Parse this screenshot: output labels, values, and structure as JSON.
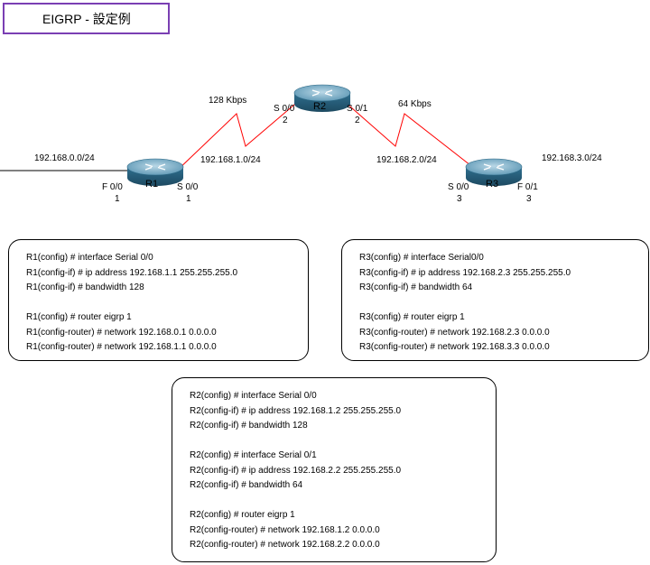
{
  "title": "EIGRP - 設定例",
  "routers": {
    "r1": "R1",
    "r2": "R2",
    "r3": "R3"
  },
  "links": {
    "r1_r2_bandwidth": "128 Kbps",
    "r2_r3_bandwidth": "64 Kbps"
  },
  "networks": {
    "left": "192.168.0.0/24",
    "r1_r2": "192.168.1.0/24",
    "r2_r3": "192.168.2.0/24",
    "right": "192.168.3.0/24"
  },
  "interfaces": {
    "r1_f00": {
      "name": "F 0/0",
      "host": "1"
    },
    "r1_s00": {
      "name": "S 0/0",
      "host": "1"
    },
    "r2_s00": {
      "name": "S 0/0",
      "host": "2"
    },
    "r2_s01": {
      "name": "S 0/1",
      "host": "2"
    },
    "r3_s00": {
      "name": "S 0/0",
      "host": "3"
    },
    "r3_f01": {
      "name": "F 0/1",
      "host": "3"
    }
  },
  "colors": {
    "title_border": "#7a3fb3",
    "serial_link": "#ff0000",
    "router_body": "#2b6b8a"
  },
  "configs": {
    "r1": [
      "R1(config) # interface Serial 0/0",
      "R1(config-if) # ip address 192.168.1.1 255.255.255.0",
      "R1(config-if) # bandwidth 128",
      "",
      "R1(config) # router eigrp 1",
      "R1(config-router) # network 192.168.0.1 0.0.0.0",
      "R1(config-router) # network 192.168.1.1 0.0.0.0"
    ],
    "r3": [
      "R3(config) # interface Serial0/0",
      "R3(config-if) # ip address 192.168.2.3 255.255.255.0",
      "R3(config-if) # bandwidth 64",
      "",
      "R3(config) # router eigrp 1",
      "R3(config-router) # network 192.168.2.3 0.0.0.0",
      "R3(config-router) # network 192.168.3.3 0.0.0.0"
    ],
    "r2": [
      "R2(config) # interface Serial 0/0",
      "R2(config-if) # ip address 192.168.1.2 255.255.255.0",
      "R2(config-if) # bandwidth 128",
      "",
      "R2(config) # interface Serial 0/1",
      "R2(config-if) # ip address 192.168.2.2 255.255.255.0",
      "R2(config-if) # bandwidth 64",
      "",
      "R2(config) # router eigrp 1",
      "R2(config-router) # network 192.168.1.2 0.0.0.0",
      "R2(config-router) # network 192.168.2.2 0.0.0.0"
    ]
  }
}
